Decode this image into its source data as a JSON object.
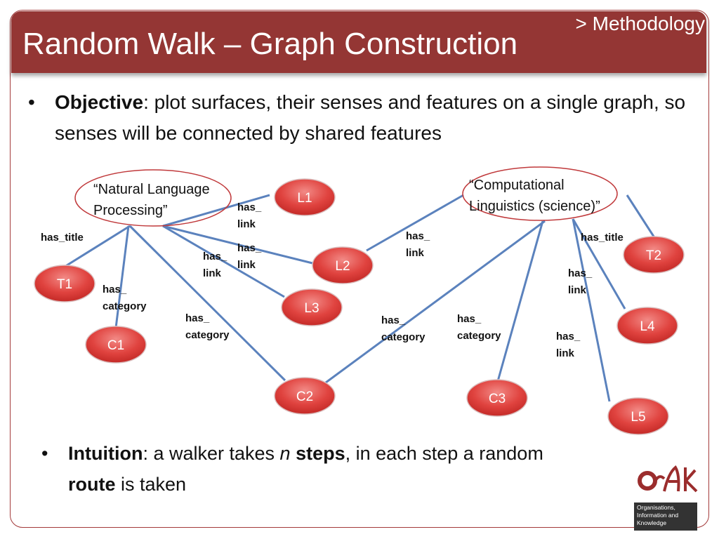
{
  "header": {
    "title": "Random Walk – Graph Construction",
    "section": "> Methodology"
  },
  "objective": {
    "bold": "Objective",
    "text": ": plot surfaces, their senses and features on a single graph, so senses will be connected by shared features"
  },
  "intuition": {
    "bold1": "Intuition",
    "t1": ": a walker takes ",
    "n": "n",
    "t2": " ",
    "steps": "steps",
    "t3": ", in each step a random ",
    "route": "route",
    "t4": " is taken"
  },
  "graph": {
    "surfaces": [
      {
        "line1": "“Natural Language",
        "line2": "Processing”"
      },
      {
        "line1": "“Computational",
        "line2": "Linguistics (science)”"
      }
    ],
    "nodes": [
      "L1",
      "L2",
      "L3",
      "T1",
      "C1",
      "C2",
      "C3",
      "T2",
      "L4",
      "L5"
    ],
    "edge_labels": [
      {
        "l1": "has_title",
        "l2": ""
      },
      {
        "l1": "has_",
        "l2": "category"
      },
      {
        "l1": "has_",
        "l2": "category"
      },
      {
        "l1": "has_",
        "l2": "link"
      },
      {
        "l1": "has_",
        "l2": "link"
      },
      {
        "l1": "has_",
        "l2": "link"
      },
      {
        "l1": "has_",
        "l2": "link"
      },
      {
        "l1": "has_",
        "l2": "category"
      },
      {
        "l1": "has_",
        "l2": "category"
      },
      {
        "l1": "has_title",
        "l2": ""
      },
      {
        "l1": "has_",
        "l2": "link"
      },
      {
        "l1": "has_",
        "l2": "link"
      }
    ]
  },
  "logo": {
    "mark": "oak",
    "caption": [
      "Organisations,",
      "Information and",
      "Knowledge"
    ]
  }
}
